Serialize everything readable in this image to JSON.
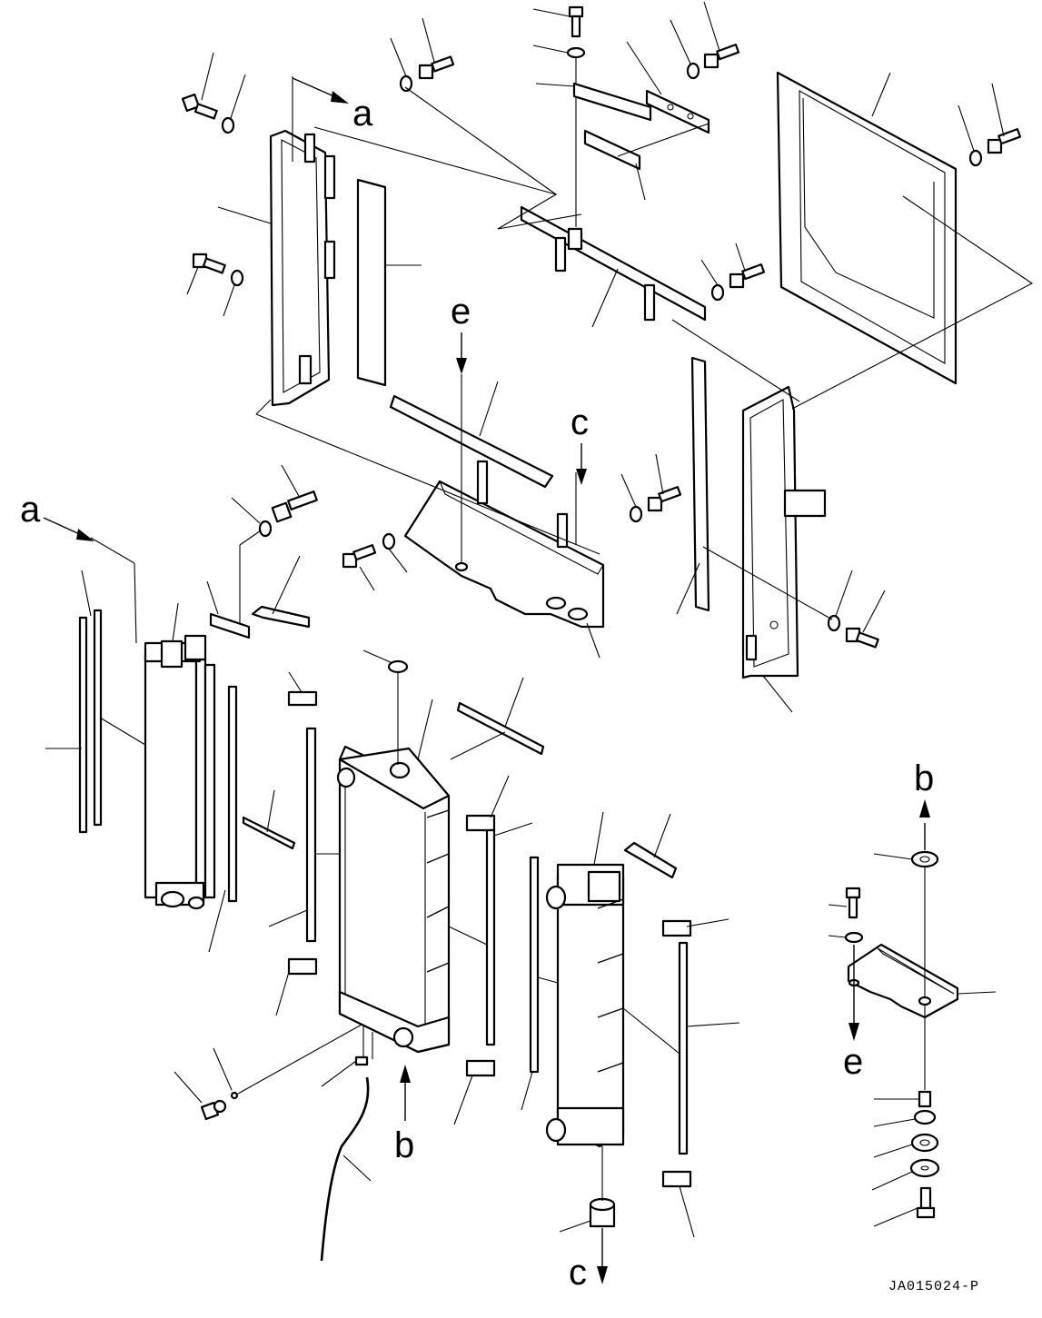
{
  "callouts": {
    "a_top": "a",
    "a_left": "a",
    "e_top": "e",
    "c_top": "c",
    "b_right": "b",
    "e_right": "e",
    "b_bottom": "b",
    "c_bottom": "c"
  },
  "drawing_code": "JA015024-P"
}
